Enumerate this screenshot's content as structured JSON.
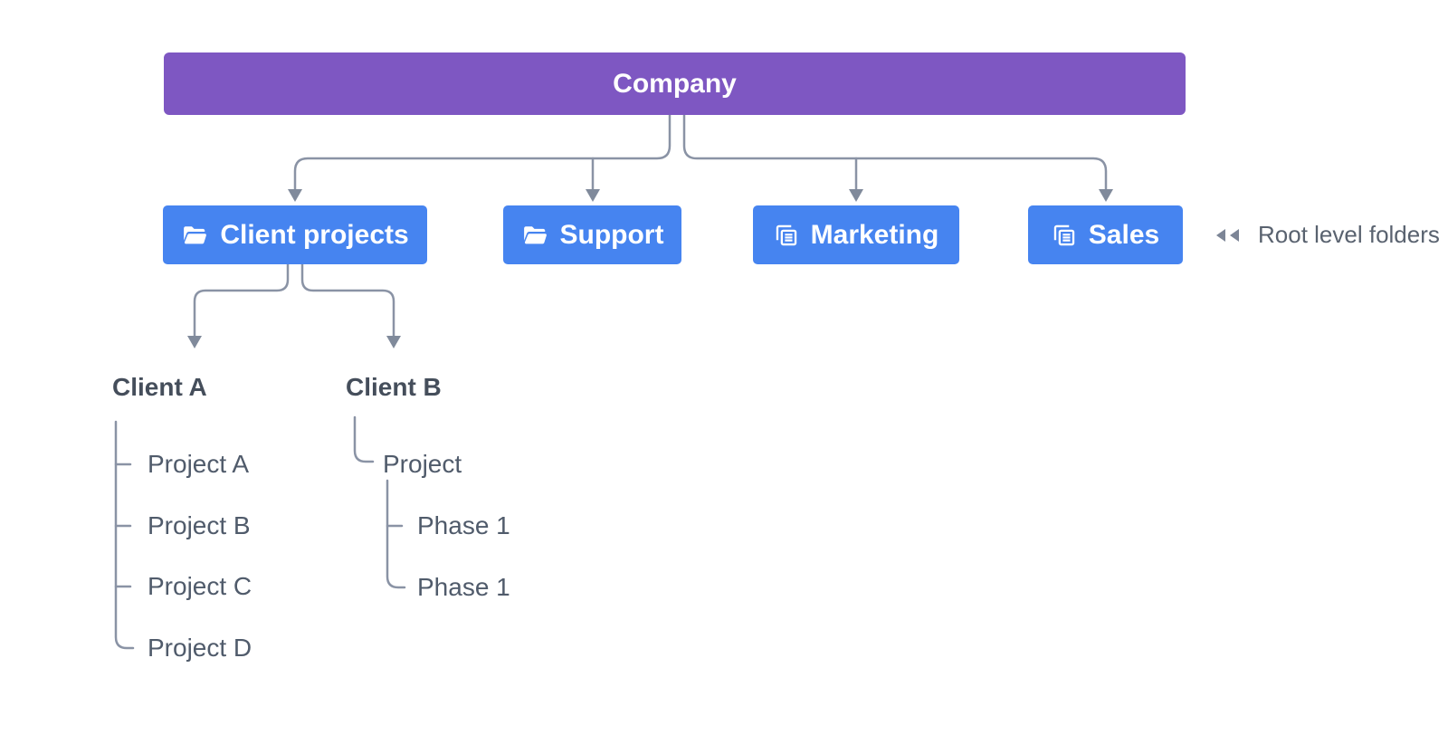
{
  "diagram": {
    "root": {
      "label": "Company"
    },
    "level1": [
      {
        "label": "Client projects",
        "icon": "folder-open-icon"
      },
      {
        "label": "Support",
        "icon": "folder-open-icon"
      },
      {
        "label": "Marketing",
        "icon": "documents-icon"
      },
      {
        "label": "Sales",
        "icon": "documents-icon"
      }
    ],
    "annotation": {
      "label": "Root level folders",
      "icon": "double-left-arrows-icon"
    },
    "clients": [
      {
        "label": "Client A",
        "children": [
          "Project A",
          "Project B",
          "Project C",
          "Project D"
        ]
      },
      {
        "label": "Client B",
        "children": [
          {
            "label": "Project",
            "children": [
              "Phase 1",
              "Phase 1"
            ]
          }
        ]
      }
    ]
  },
  "colors": {
    "root_purple": "#7E57C2",
    "folder_blue": "#4684F0",
    "connector_gray": "#8A93A5",
    "arrowhead_gray": "#808A9B",
    "heading_text": "#454E5B",
    "item_text": "#505B6B",
    "annotation_text": "#59626F"
  }
}
